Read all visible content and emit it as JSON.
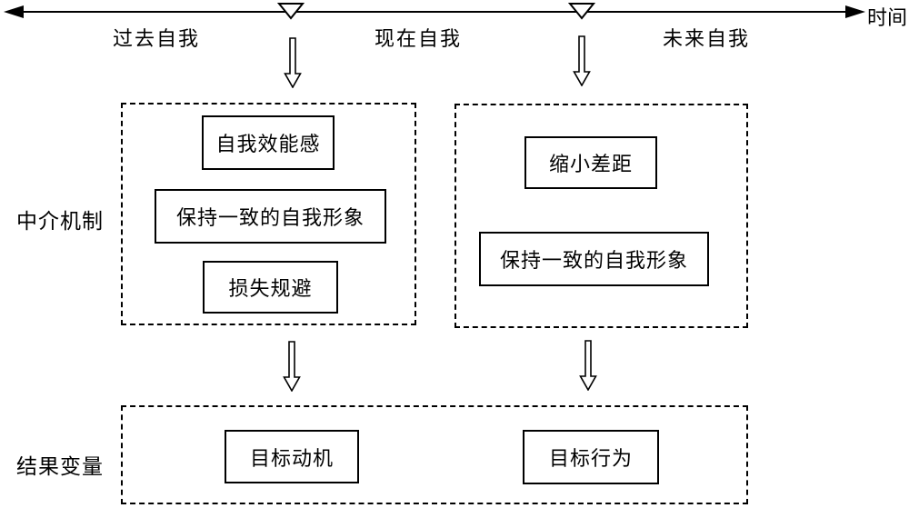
{
  "timeline": {
    "axis_label": "时间",
    "past_label": "过去自我",
    "present_label": "现在自我",
    "future_label": "未来自我"
  },
  "row_labels": {
    "mediators": "中介机制",
    "outcomes": "结果变量"
  },
  "mediator_past": {
    "items": [
      "自我效能感",
      "保持一致的自我形象",
      "损失规避"
    ]
  },
  "mediator_future": {
    "items": [
      "缩小差距",
      "保持一致的自我形象"
    ]
  },
  "outcomes": {
    "items": [
      "目标动机",
      "目标行为"
    ]
  },
  "colors": {
    "line": "#000000",
    "background": "#ffffff"
  }
}
